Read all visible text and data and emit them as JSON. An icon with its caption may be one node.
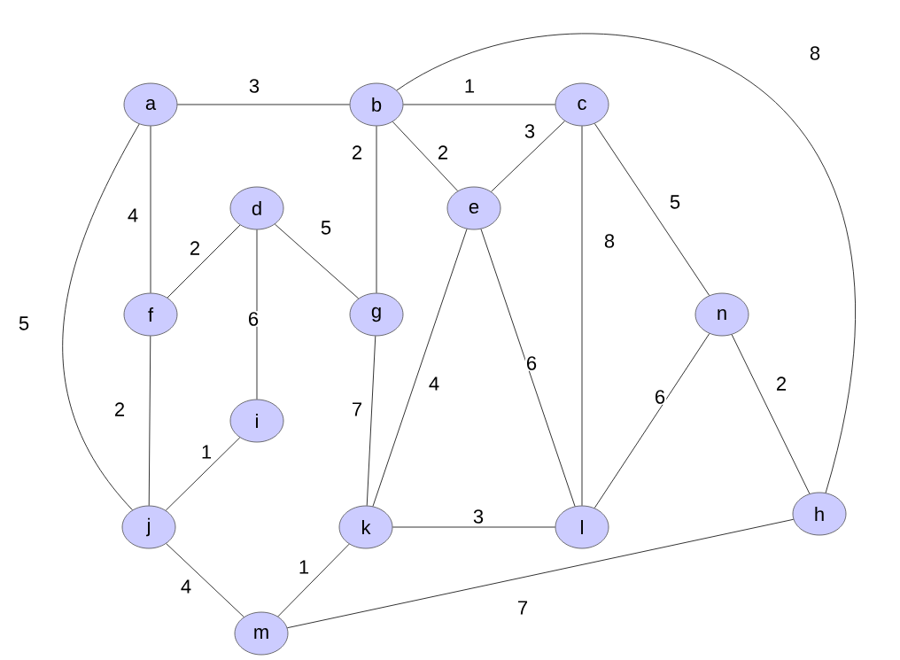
{
  "diagram": {
    "nodes": [
      {
        "text": [
          "a"
        ]
      },
      {
        "text": [
          "b"
        ]
      },
      {
        "text": [
          "c"
        ]
      },
      {
        "text": [
          "d"
        ]
      },
      {
        "text": [
          "e"
        ]
      },
      {
        "text": [
          "f"
        ]
      },
      {
        "text": [
          "g"
        ]
      },
      {
        "text": [
          "n"
        ]
      },
      {
        "text": [
          "i"
        ]
      },
      {
        "text": [
          "j"
        ]
      },
      {
        "text": [
          "k"
        ]
      },
      {
        "text": [
          "l"
        ]
      },
      {
        "text": [
          "h"
        ]
      },
      {
        "text": [
          "m"
        ]
      }
    ],
    "edges": [
      {
        "from": 0,
        "to": 1,
        "arrow": "none",
        "label": "3"
      },
      {
        "from": 1,
        "to": 2,
        "arrow": "none",
        "label": "1"
      },
      {
        "from": 1,
        "to": 4,
        "arrow": "none",
        "label": "2"
      },
      {
        "from": 2,
        "to": 4,
        "arrow": "none",
        "label": "3"
      },
      {
        "from": 0,
        "to": 5,
        "arrow": "none",
        "label": "4"
      },
      {
        "from": 3,
        "to": 5,
        "arrow": "none",
        "label": "2"
      },
      {
        "from": 3,
        "to": 6,
        "arrow": "none",
        "label": "5"
      },
      {
        "from": 3,
        "to": 8,
        "arrow": "none",
        "label": "6"
      },
      {
        "from": 1,
        "to": 6,
        "arrow": "none",
        "label": "2"
      },
      {
        "from": 2,
        "to": 11,
        "arrow": "none",
        "label": "8"
      },
      {
        "from": 2,
        "to": 7,
        "arrow": "none",
        "label": "5"
      },
      {
        "from": 1,
        "to": 12,
        "arrow": "none",
        "label": "8"
      },
      {
        "from": 0,
        "to": 9,
        "arrow": "none",
        "label": "5"
      },
      {
        "from": 5,
        "to": 9,
        "arrow": "none",
        "label": "2"
      },
      {
        "from": 8,
        "to": 9,
        "arrow": "none",
        "label": "1"
      },
      {
        "from": 6,
        "to": 10,
        "arrow": "none",
        "label": "7"
      },
      {
        "from": 4,
        "to": 10,
        "arrow": "none",
        "label": "4"
      },
      {
        "from": 4,
        "to": 11,
        "arrow": "none",
        "label": "6"
      },
      {
        "from": 7,
        "to": 11,
        "arrow": "none",
        "label": "6"
      },
      {
        "from": 7,
        "to": 12,
        "arrow": "none",
        "label": "2"
      },
      {
        "from": 10,
        "to": 11,
        "arrow": "none",
        "label": "3"
      },
      {
        "from": 9,
        "to": 13,
        "arrow": "none",
        "label": "4"
      },
      {
        "from": 10,
        "to": 13,
        "arrow": "none",
        "label": "1"
      },
      {
        "from": 13,
        "to": 12,
        "arrow": "none",
        "label": "7"
      }
    ]
  }
}
